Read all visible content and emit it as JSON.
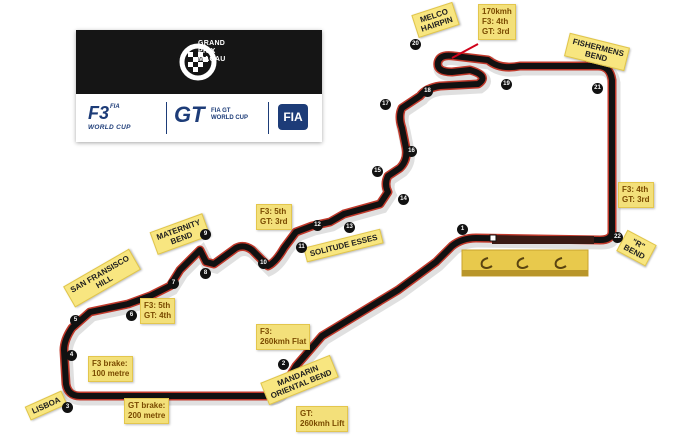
{
  "logo": {
    "grand_prix": [
      "GRAND",
      "PRIX",
      "MACAU"
    ],
    "f3_big": "F3",
    "f3_fia": "FIA",
    "f3_sub": "WORLD CUP",
    "gt_big": "GT",
    "gt_sub": [
      "FIA GT",
      "WORLD CUP"
    ],
    "fia": "FIA"
  },
  "colors": {
    "track": "#111111",
    "track_edge": "#c0392b",
    "tag_bg": "#f3e07a",
    "tag_text": "#7a4a00"
  },
  "places": {
    "melco": [
      "MELCO",
      "HAIRPIN"
    ],
    "fishermens": [
      "FISHERMENS",
      "BEND"
    ],
    "r_bend": [
      "\"R\"",
      "BEND"
    ],
    "maternity": [
      "MATERNITY",
      "BEND"
    ],
    "san_francisco": [
      "SAN FRANSISCO",
      "HILL"
    ],
    "lisboa": "LISBOA",
    "mandarin": [
      "MANDARIN",
      "ORIENTAL BEND"
    ],
    "solitude": "SOLITUDE ESSES"
  },
  "tags": {
    "hairpin": [
      "170kmh",
      "F3: 4th",
      "GT: 3rd"
    ],
    "fishermens_gear": [
      "F3: 4th",
      "GT: 3rd"
    ],
    "s11": [
      "F3: 5th",
      "GT: 3rd"
    ],
    "s6": [
      "F3: 5th",
      "GT: 4th"
    ],
    "f3_flat": [
      "F3:",
      "260kmh Flat"
    ],
    "f3_brake": [
      "F3 brake:",
      "100 metre"
    ],
    "gt_brake": [
      "GT brake:",
      "200 metre"
    ],
    "gt_lift": [
      "GT:",
      "260kmh Lift"
    ]
  },
  "turns": [
    "1",
    "2",
    "3",
    "4",
    "5",
    "6",
    "7",
    "8",
    "9",
    "10",
    "11",
    "12",
    "13",
    "14",
    "15",
    "16",
    "17",
    "18",
    "19",
    "20",
    "21",
    "22"
  ]
}
